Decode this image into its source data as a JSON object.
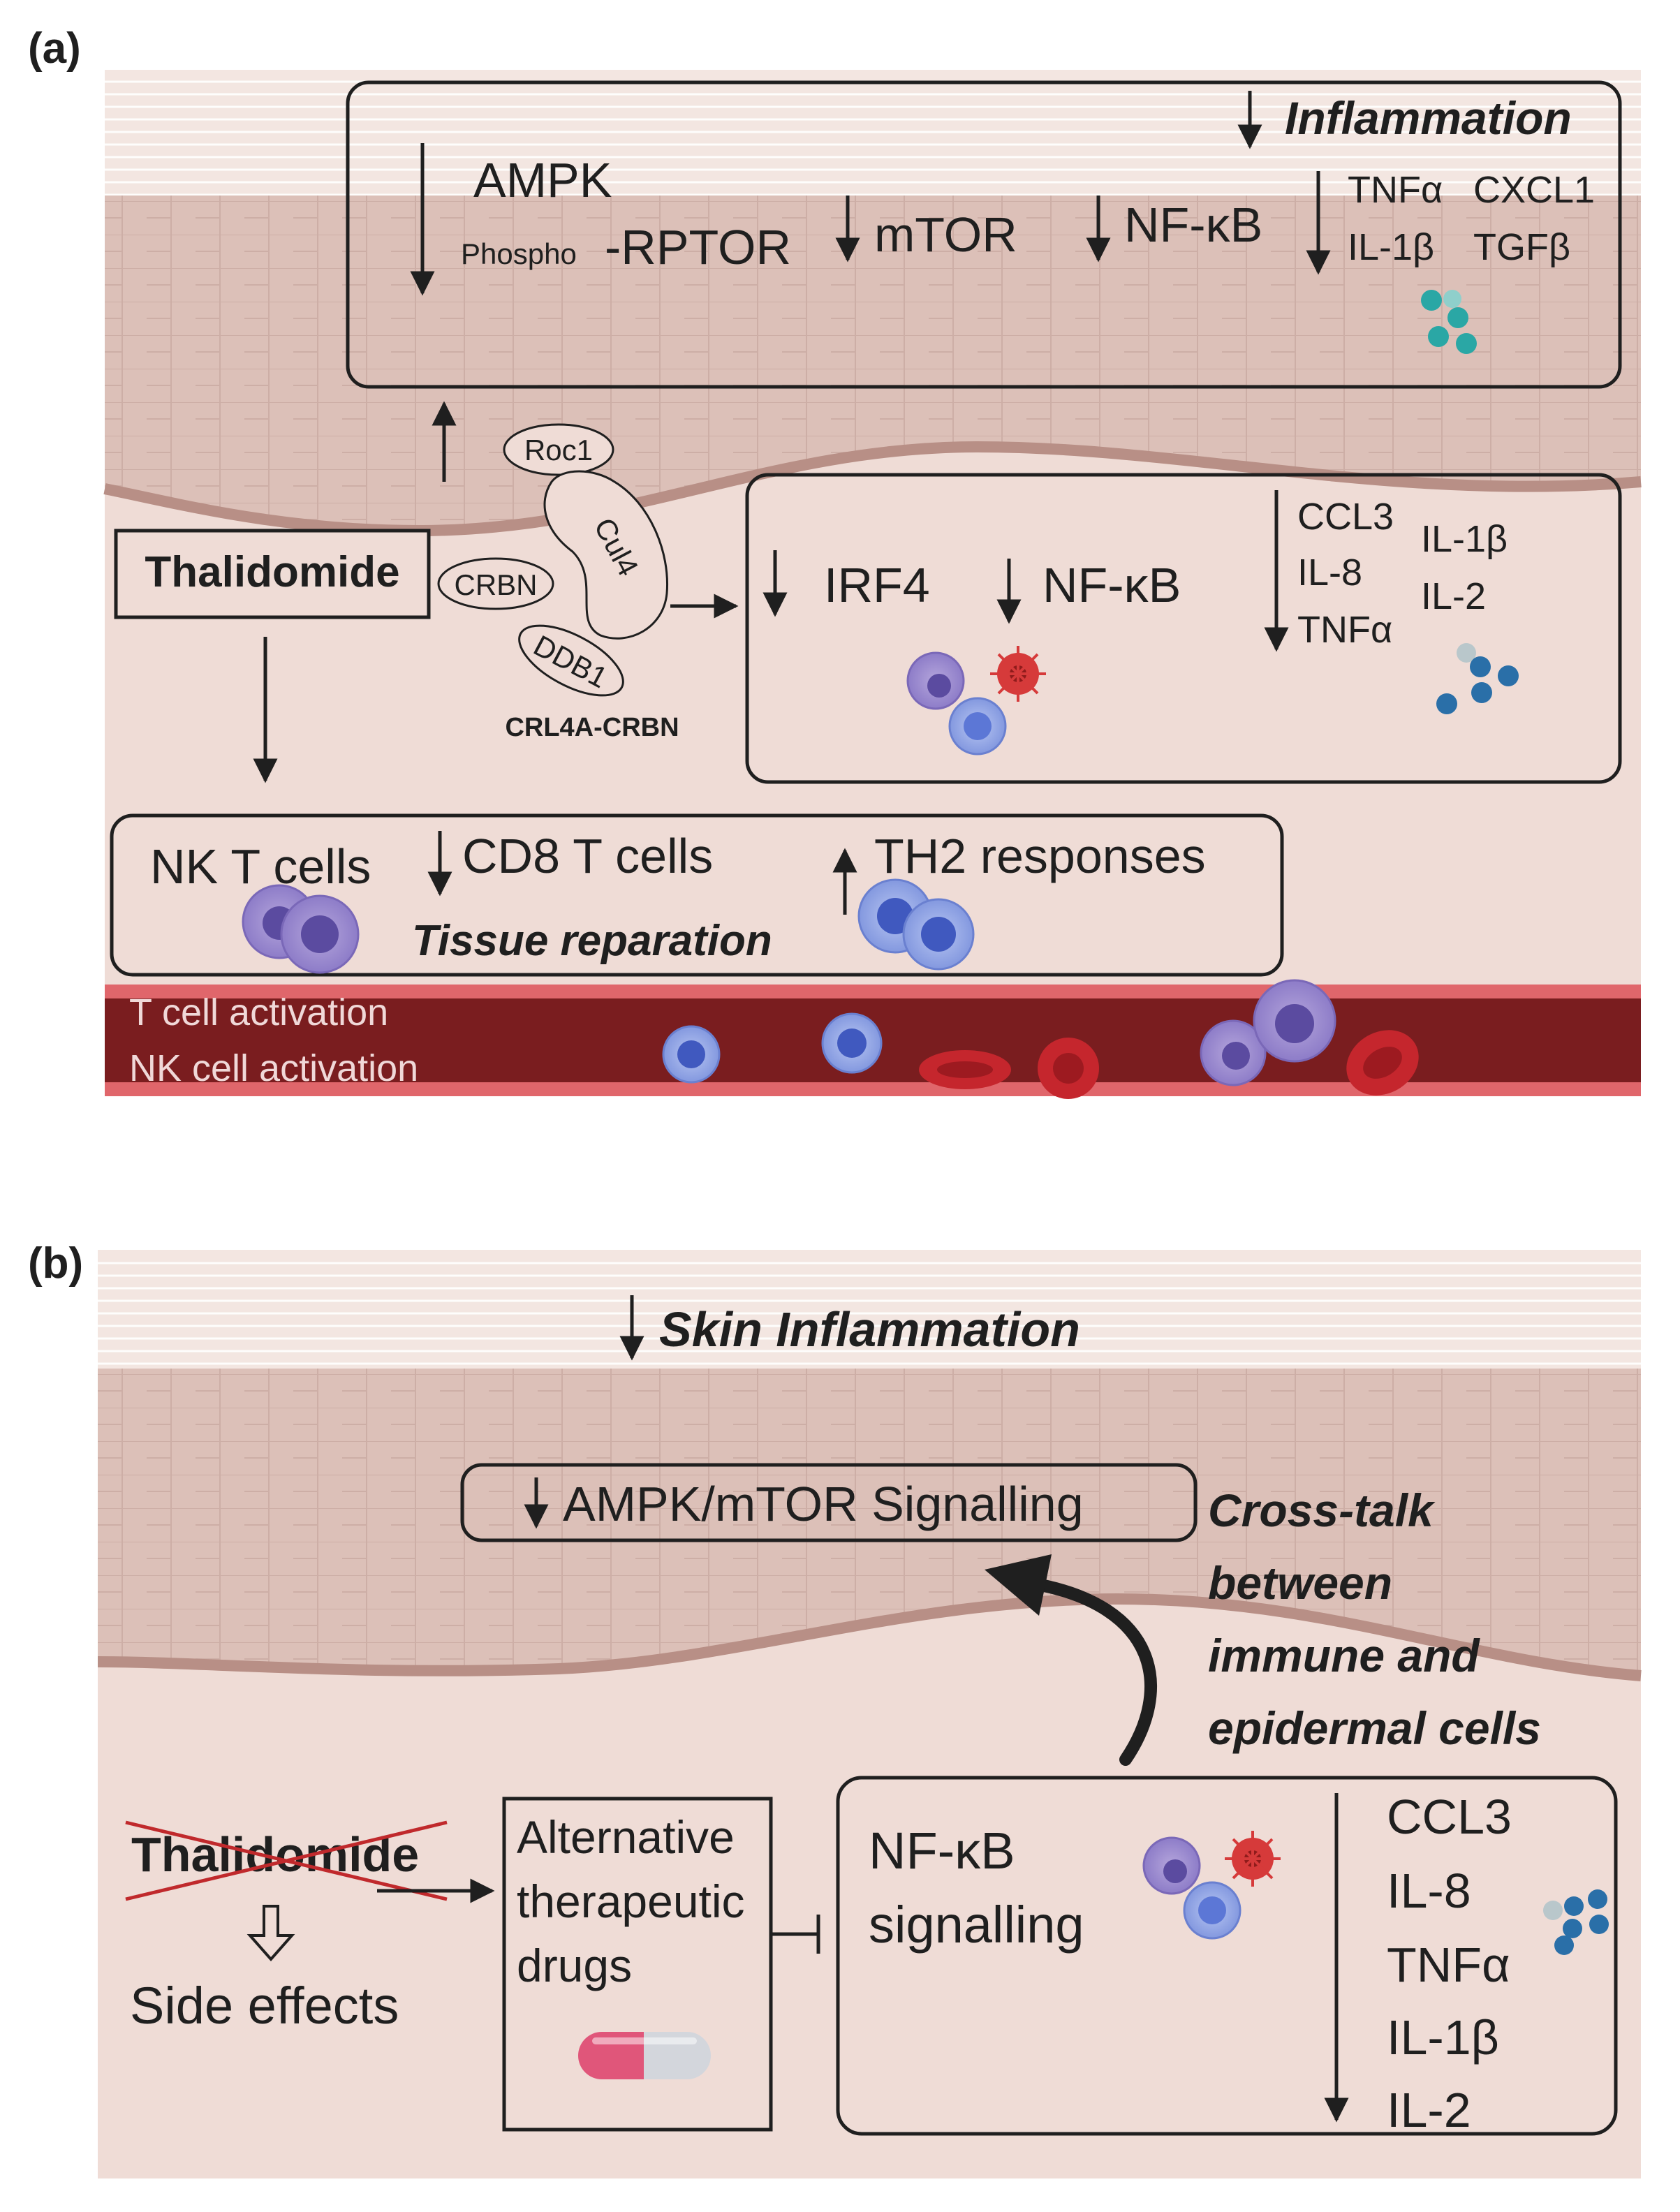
{
  "panel_a": {
    "label": "(a)",
    "top_box": {
      "inflammation": "Inflammation",
      "ampk": "AMPK",
      "phospho": "Phospho",
      "rptor": "-RPTOR",
      "mtor": "mTOR",
      "nfkb": "NF-κB",
      "cytokines": [
        "TNFα",
        "CXCL1",
        "IL-1β",
        "TGFβ"
      ]
    },
    "complex": {
      "roc1": "Roc1",
      "cul4": "Cul4",
      "crbn": "CRBN",
      "ddb1": "DDB1",
      "name": "CRL4A-CRBN"
    },
    "drug": "Thalidomide",
    "immune_box": {
      "irf4": "IRF4",
      "nfkb": "NF-κB",
      "cytokines": [
        "CCL3",
        "IL-8",
        "TNFα",
        "IL-1β",
        "IL-2"
      ]
    },
    "cells_box": {
      "nk_t": "NK T cells",
      "cd8": "CD8 T cells",
      "th2": "TH2 responses",
      "repair": "Tissue reparation"
    },
    "vessel": {
      "t_activation": "T cell activation",
      "nk_activation": "NK cell activation"
    }
  },
  "panel_b": {
    "label": "(b)",
    "skin_inflammation": "Skin Inflammation",
    "ampk_mtor": "AMPK/mTOR Signalling",
    "crosstalk": [
      "Cross-talk",
      "between",
      "immune and",
      "epidermal cells"
    ],
    "drug": "Thalidomide",
    "side_effects": "Side effects",
    "alternative": [
      "Alternative",
      "therapeutic",
      "drugs"
    ],
    "nfkb": [
      "NF-κB",
      "signalling"
    ],
    "cytokines": [
      "CCL3",
      "IL-8",
      "TNFα",
      "IL-1β",
      "IL-2"
    ]
  },
  "colors": {
    "dermis": "#efdcd6",
    "epidermis": "#dcc0b8",
    "stratum_corneum": "#f3e8e4",
    "vessel": "#7a1d1f",
    "vessel_wall": "#e0666b",
    "teal": "#2aa7a5",
    "blue": "#2a6fa8",
    "cross_red": "#c0292c"
  }
}
